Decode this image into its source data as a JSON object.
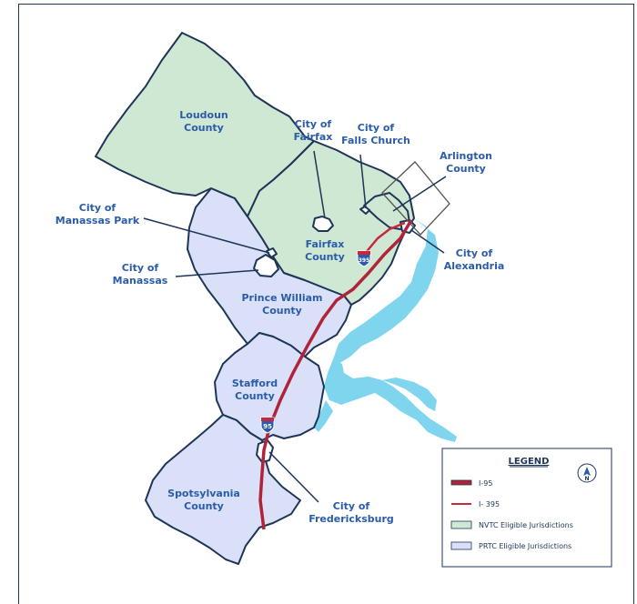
{
  "colors": {
    "nvtc_fill": "#cfe8d3",
    "prtc_fill": "#d9e0f7",
    "border": "#1d3557",
    "water": "#7fd4ee",
    "i95": "#b0243a",
    "i395": "#c8283f",
    "label": "#2a5ca8"
  },
  "labels": {
    "loudoun": [
      "Loudoun",
      "County"
    ],
    "city_fairfax": [
      "City of",
      "Fairfax"
    ],
    "falls_church": [
      "City of",
      "Falls Church"
    ],
    "arlington": [
      "Arlington",
      "County"
    ],
    "manassas_park": [
      "City of",
      "Manassas Park"
    ],
    "fairfax_county": [
      "Fairfax",
      "County"
    ],
    "alexandria": [
      "City of",
      "Alexandria"
    ],
    "manassas": [
      "City of",
      "Manassas"
    ],
    "prince_william": [
      "Prince William",
      "County"
    ],
    "stafford": [
      "Stafford",
      "County"
    ],
    "spotsylvania": [
      "Spotsylvania",
      "County"
    ],
    "fredericksburg": [
      "City of",
      "Fredericksburg"
    ]
  },
  "shields": {
    "i395_number": "395",
    "i95_number": "95"
  },
  "legend": {
    "title": "LEGEND",
    "items": [
      "I-95",
      "I- 395",
      "NVTC Eligible Jurisdictions",
      "PRTC Eligible Jurisdictions"
    ],
    "north_letter": "N"
  }
}
